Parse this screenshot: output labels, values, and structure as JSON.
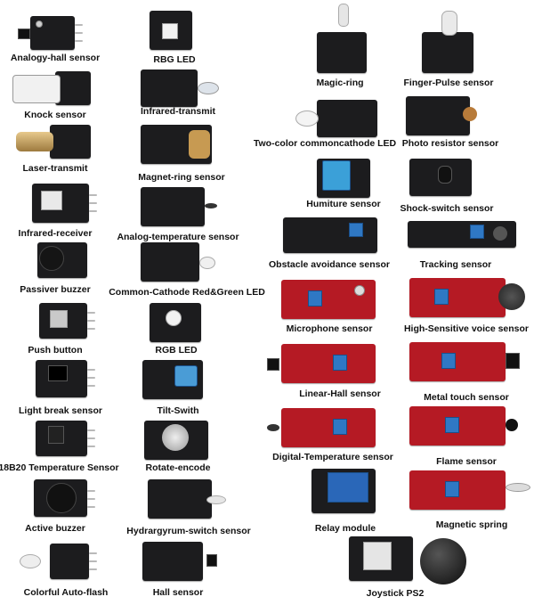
{
  "colors": {
    "board_black": "#1c1c1e",
    "board_red": "#b51a24",
    "pot_blue": "#2f78c4",
    "label": "#111111"
  },
  "left_column": [
    {
      "label": "Analogy-hall sensor",
      "board": "black"
    },
    {
      "label": "Knock sensor",
      "board": "black"
    },
    {
      "label": "Laser-transmit",
      "board": "black"
    },
    {
      "label": "Infrared-receiver",
      "board": "black"
    },
    {
      "label": "Passiver buzzer",
      "board": "black"
    },
    {
      "label": "Push button",
      "board": "black"
    },
    {
      "label": "Light break sensor",
      "board": "black"
    },
    {
      "label": "18B20 Temperature Sensor",
      "board": "black"
    },
    {
      "label": "Active buzzer",
      "board": "black"
    },
    {
      "label": "Colorful Auto-flash",
      "board": "black"
    }
  ],
  "second_column": [
    {
      "label": "RBG LED",
      "board": "black"
    },
    {
      "label": "Infrared-transmit",
      "board": "black"
    },
    {
      "label": "Magnet-ring sensor",
      "board": "black"
    },
    {
      "label": "Analog-temperature sensor",
      "board": "black"
    },
    {
      "label": "Common-Cathode Red&Green LED",
      "board": "black"
    },
    {
      "label": "RGB LED",
      "board": "black"
    },
    {
      "label": "Tilt-Swith",
      "board": "black"
    },
    {
      "label": "Rotate-encode",
      "board": "black"
    },
    {
      "label": "Hydrargyrum-switch sensor",
      "board": "black"
    },
    {
      "label": "Hall sensor",
      "board": "black"
    }
  ],
  "third_column": [
    {
      "label": "Magic-ring",
      "board": "black"
    },
    {
      "label": "Two-color commoncathode LED",
      "board": "black"
    },
    {
      "label": "Humiture sensor",
      "board": "black"
    },
    {
      "label": "Obstacle avoidance sensor",
      "board": "black"
    },
    {
      "label": "Microphone sensor",
      "board": "red"
    },
    {
      "label": "Linear-Hall sensor",
      "board": "red"
    },
    {
      "label": "Digital-Temperature sensor",
      "board": "red"
    },
    {
      "label": "Relay module",
      "board": "black"
    },
    {
      "label": "Joystick PS2",
      "board": "black"
    }
  ],
  "fourth_column": [
    {
      "label": "Finger-Pulse sensor",
      "board": "black"
    },
    {
      "label": "Photo resistor sensor",
      "board": "black"
    },
    {
      "label": "Shock-switch sensor",
      "board": "black"
    },
    {
      "label": "Tracking sensor",
      "board": "black"
    },
    {
      "label": "High-Sensitive voice sensor",
      "board": "red"
    },
    {
      "label": "Metal touch sensor",
      "board": "red"
    },
    {
      "label": "Flame sensor",
      "board": "red"
    },
    {
      "label": "Magnetic spring",
      "board": "red"
    }
  ]
}
